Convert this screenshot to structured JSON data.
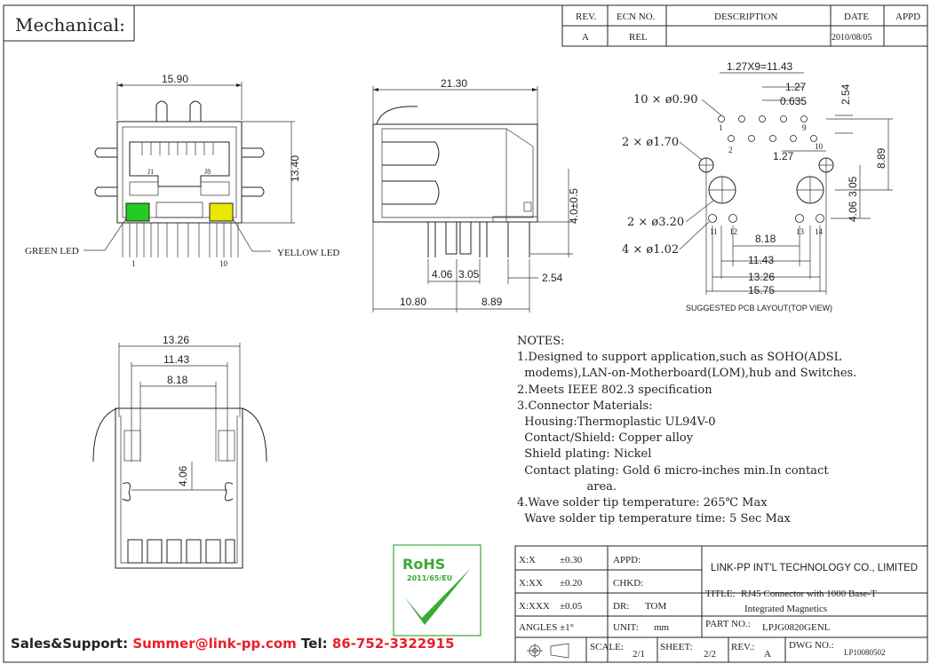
{
  "header": {
    "title": "Mechanical:"
  },
  "revision_table": {
    "headers": [
      "REV.",
      "ECN NO.",
      "DESCRIPTION",
      "DATE",
      "APPD"
    ],
    "row": [
      "A",
      "REL",
      "",
      "2010/08/05",
      ""
    ]
  },
  "front_view": {
    "width_dim": "15.90",
    "height_dim": "13.40",
    "pin_j1": "J1",
    "pin_j8": "J8",
    "green_led": "GREEN LED",
    "yellow_led": "YELLOW LED",
    "pin_1": "1",
    "pin_10": "10",
    "green_color": "#22cc22",
    "yellow_color": "#e8e800"
  },
  "side_view": {
    "length_dim": "21.30",
    "height_dim": "4.0±0.5",
    "dim_406": "4.06",
    "dim_305": "3.05",
    "dim_254": "2.54",
    "dim_1080": "10.80",
    "dim_889": "8.89"
  },
  "pcb_layout": {
    "dim_pitch": "1.27X9=11.43",
    "dim_127_top": "1.27",
    "dim_0635": "0.635",
    "dim_254": "2.54",
    "holes_090": "10 × ø0.90",
    "holes_170": "2 × ø1.70",
    "holes_320": "2 × ø3.20",
    "holes_102": "4 × ø1.02",
    "dim_889": "8.89",
    "dim_127_mid": "1.27",
    "dim_305": "3.05",
    "dim_406": "4.06",
    "dim_818": "8.18",
    "dim_1143": "11.43",
    "dim_1326": "13.26",
    "dim_1575": "15.75",
    "pin_labels": [
      "1",
      "2",
      "9",
      "10",
      "11",
      "12",
      "13",
      "14"
    ],
    "caption": "SUGGESTED PCB LAYOUT(TOP VIEW)"
  },
  "bottom_view": {
    "dim_1326": "13.26",
    "dim_1143": "11.43",
    "dim_818": "8.18",
    "dim_406": "4.06"
  },
  "notes": {
    "title": "NOTES:",
    "lines": [
      "1.Designed to support application,such as SOHO(ADSL",
      "  modems),LAN-on-Motherboard(LOM),hub and Switches.",
      "2.Meets IEEE 802.3 specification",
      "3.Connector Materials:",
      "  Housing:Thermoplastic UL94V-0",
      "  Contact/Shield: Copper alloy",
      "  Shield plating: Nickel",
      "  Contact plating: Gold 6 micro-inches min.In contact",
      "                   area.",
      "4.Wave solder tip temperature: 265℃ Max",
      "  Wave solder tip temperature time: 5 Sec Max"
    ]
  },
  "rohs": {
    "label": "RoHS",
    "sub": "2011/65/EU"
  },
  "title_block": {
    "tol_x": "X:X",
    "tol_x_val": "±0.30",
    "tol_xx": "X:XX",
    "tol_xx_val": "±0.20",
    "tol_xxx": "X:XXX",
    "tol_xxx_val": "±0.05",
    "angles": "ANGLES ±1°",
    "appd": "APPD:",
    "chkd": "CHKD:",
    "dr": "DR:",
    "dr_val": "TOM",
    "unit": "UNIT:",
    "unit_val": "mm",
    "company": "LINK-PP INT'L TECHNOLOGY CO., LIMITED",
    "title_label": "TITLE:",
    "title_val_1": "RJ45 Connector with 1000 Base-T",
    "title_val_2": "Integrated Magnetics",
    "part_no": "PART NO.:",
    "part_val": "LPJG0820GENL",
    "scale": "SCALE:",
    "scale_val": "2/1",
    "sheet": "SHEET:",
    "sheet_val": "2/2",
    "rev": "REV.:",
    "rev_val": "A",
    "dwg": "DWG NO.:",
    "dwg_val": "LP10080502"
  },
  "footer": {
    "label": "Sales&Support:",
    "email": "Summer@link-pp.com",
    "tel_label": "Tel:",
    "tel": "86-752-3322915"
  }
}
